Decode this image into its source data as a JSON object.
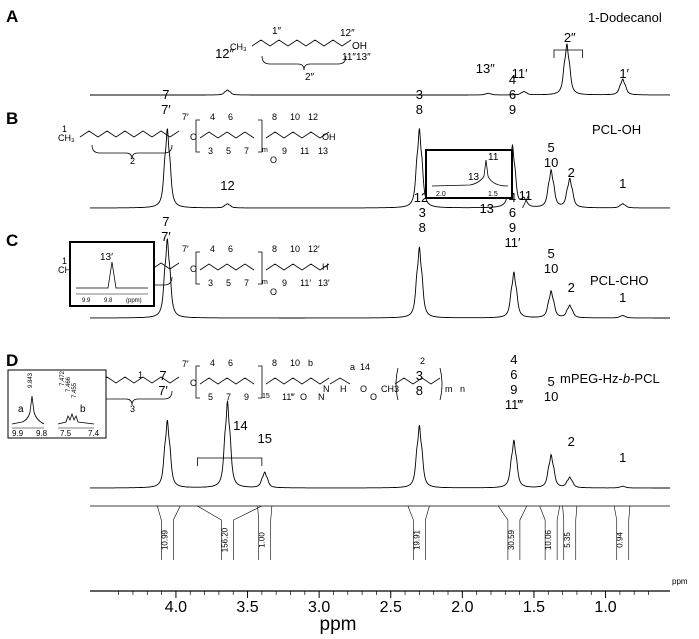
{
  "chart_data": {
    "type": "line",
    "xlabel": "ppm",
    "x_unit": "ppm",
    "xlim": [
      4.6,
      0.55
    ],
    "x_ticks": [
      "4.0",
      "3.5",
      "3.0",
      "2.5",
      "2.0",
      "1.5",
      "1.0"
    ],
    "x_tick_values": [
      4.0,
      3.5,
      3.0,
      2.5,
      2.0,
      1.5,
      1.0
    ],
    "panels": [
      {
        "letter": "A",
        "name": "1-Dodecanol",
        "peaks": [
          {
            "ppm": 3.64,
            "h": 0.09,
            "label": "12″"
          },
          {
            "ppm": 1.82,
            "h": 0.03,
            "label": "13″"
          },
          {
            "ppm": 1.57,
            "h": 0.06,
            "label": "11′"
          },
          {
            "ppm": 1.27,
            "h": 0.9,
            "label": "2″"
          },
          {
            "ppm": 0.88,
            "h": 0.28,
            "label": "1′"
          }
        ],
        "structure_labels": [
          "1″",
          "12″",
          "OH",
          "11″",
          "13″",
          "2″"
        ]
      },
      {
        "letter": "B",
        "name": "PCL-OH",
        "peaks": [
          {
            "ppm": 4.06,
            "h": 0.95,
            "label": "7 7′"
          },
          {
            "ppm": 3.64,
            "h": 0.05,
            "label": "12"
          },
          {
            "ppm": 2.3,
            "h": 0.95,
            "label": "3 8"
          },
          {
            "ppm": 1.65,
            "h": 0.75,
            "label": "4 6 9"
          },
          {
            "ppm": 1.57,
            "h": 0.1,
            "label": "11"
          },
          {
            "ppm": 1.38,
            "h": 0.45,
            "label": "5 10"
          },
          {
            "ppm": 1.25,
            "h": 0.35,
            "label": "2"
          },
          {
            "ppm": 0.88,
            "h": 0.05,
            "label": "1"
          }
        ],
        "extra_labels": [
          "13"
        ],
        "inset": {
          "labels": [
            "13",
            "11"
          ],
          "ticks": [
            "2.0",
            "1.5"
          ]
        },
        "structure_labels": [
          "1",
          "7′",
          "O",
          "4",
          "6",
          "8",
          "10",
          "12",
          "2",
          "3",
          "5",
          "7",
          "9",
          "11",
          "13",
          "OH",
          "O",
          "m"
        ]
      },
      {
        "letter": "C",
        "name": "PCL-CHO",
        "peaks": [
          {
            "ppm": 4.06,
            "h": 0.95,
            "label": "7 7′"
          },
          {
            "ppm": 2.3,
            "h": 0.85,
            "label": "12′ 3 8"
          },
          {
            "ppm": 1.64,
            "h": 0.55,
            "label": "4 6 9 11′"
          },
          {
            "ppm": 1.38,
            "h": 0.32,
            "label": "5 10"
          },
          {
            "ppm": 1.25,
            "h": 0.15,
            "label": "2"
          },
          {
            "ppm": 0.88,
            "h": 0.03,
            "label": "1"
          }
        ],
        "inset": {
          "labels": [
            "13′"
          ],
          "ticks": [
            "9.9",
            "9.8",
            "(ppm)"
          ]
        },
        "structure_labels": [
          "1",
          "7′",
          "O",
          "4",
          "6",
          "8",
          "10",
          "12′",
          "2",
          "3",
          "5",
          "7",
          "9",
          "11′",
          "13′",
          "H",
          "O",
          "m"
        ]
      },
      {
        "letter": "D",
        "name_prefix": "mPEG-Hz-",
        "name_italic": "b",
        "name_suffix": "-PCL",
        "peaks": [
          {
            "ppm": 4.06,
            "h": 0.78,
            "label": "7 7′"
          },
          {
            "ppm": 3.64,
            "h": 1.0,
            "label": "14"
          },
          {
            "ppm": 3.38,
            "h": 0.18,
            "label": "15"
          },
          {
            "ppm": 2.3,
            "h": 0.72,
            "label": "3 8"
          },
          {
            "ppm": 1.64,
            "h": 0.55,
            "label": "4 6 9 11‴"
          },
          {
            "ppm": 1.38,
            "h": 0.38,
            "label": "5 10"
          },
          {
            "ppm": 1.25,
            "h": 0.12,
            "label": "2"
          },
          {
            "ppm": 0.88,
            "h": 0.02,
            "label": "1"
          }
        ],
        "inset": {
          "labels": [
            "a",
            "b"
          ],
          "small_labels": [
            "9.843",
            "7.472",
            "7.466",
            "7.455"
          ],
          "ticks": [
            "9.9",
            "9.8",
            "7.5",
            "7.4"
          ]
        },
        "structure_labels": [
          "1",
          "7′",
          "O",
          "4",
          "6",
          "8",
          "10",
          "b",
          "a",
          "14",
          "2",
          "3",
          "5",
          "7",
          "9",
          "11‴",
          "O",
          "N",
          "N",
          "H",
          "O",
          "O",
          "CH3",
          "m",
          "n",
          "15"
        ],
        "integrals": [
          {
            "ppm": 4.06,
            "value": "10.99"
          },
          {
            "ppm": 3.64,
            "value": "156.20"
          },
          {
            "ppm": 3.38,
            "value": "1.00"
          },
          {
            "ppm": 2.3,
            "value": "19.91"
          },
          {
            "ppm": 1.64,
            "value": "30.59"
          },
          {
            "ppm": 1.38,
            "value": "10.06"
          },
          {
            "ppm": 1.25,
            "value": "5.35"
          },
          {
            "ppm": 0.88,
            "value": "0.94"
          }
        ]
      }
    ]
  }
}
